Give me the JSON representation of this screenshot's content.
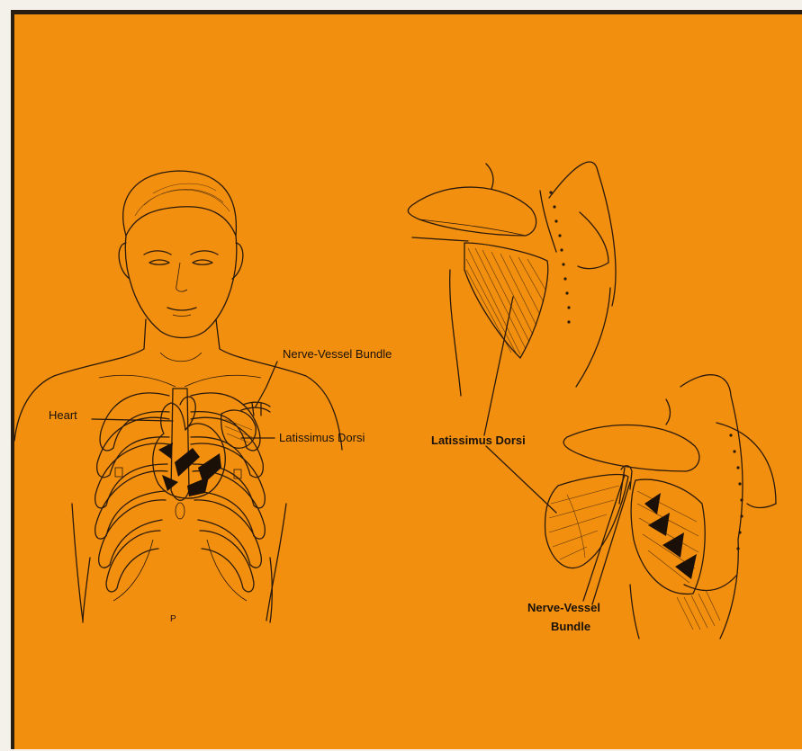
{
  "figure": {
    "colors": {
      "background": "#f38f0f",
      "frame": "#2a1e12",
      "ink": "#2b1a0c",
      "margin": "#f4f1ea"
    }
  },
  "front_view": {
    "labels": {
      "nerve_vessel_bundle": "Nerve-Vessel Bundle",
      "heart": "Heart",
      "latissimus_dorsi": "Latissimus Dorsi"
    },
    "small_mark": "P"
  },
  "back_views": {
    "labels": {
      "latissimus_dorsi": "Latissimus Dorsi",
      "nerve_vessel_line1": "Nerve-Vessel",
      "nerve_vessel_line2": "Bundle"
    }
  }
}
